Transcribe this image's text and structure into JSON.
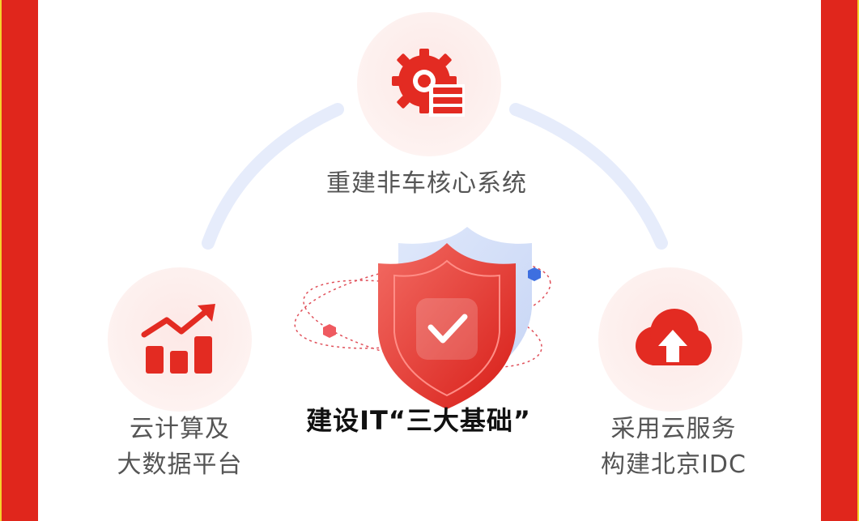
{
  "diagram": {
    "center": {
      "title": "建设IT“三大基础”",
      "icon": "shield-check-icon"
    },
    "nodes": [
      {
        "id": "top",
        "label": "重建非车核心系统",
        "icon": "gear-database-icon"
      },
      {
        "id": "left",
        "label_line1": "云计算及",
        "label_line2": "大数据平台",
        "icon": "bar-chart-trend-icon"
      },
      {
        "id": "right",
        "label_line1": "采用云服务",
        "label_line2": "构建北京IDC",
        "icon": "cloud-upload-icon"
      }
    ]
  },
  "colors": {
    "frame_red": "#e0261c",
    "frame_border_yellow": "#f4d22b",
    "icon_red": "#e32b22",
    "arc_blue": "#e6ecfb",
    "text_gray": "#555555",
    "title_black": "#111111"
  }
}
